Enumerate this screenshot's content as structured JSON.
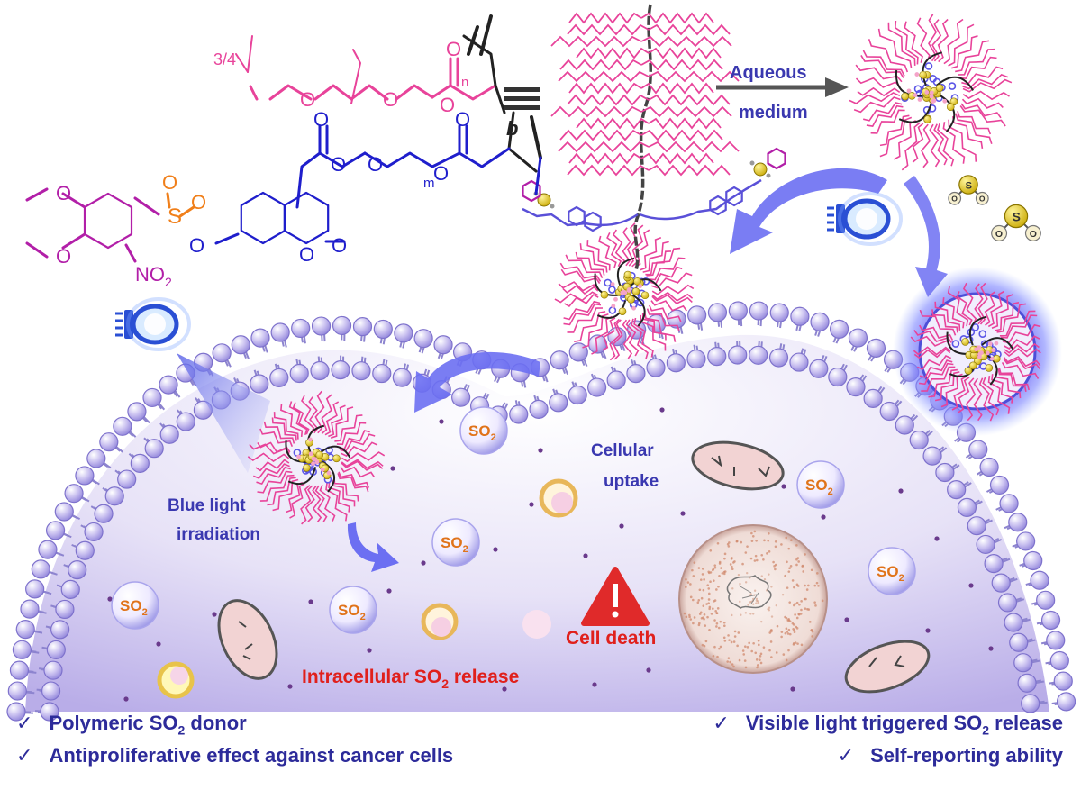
{
  "labels": {
    "aqueous": "Aqueous",
    "medium": "medium",
    "cellular": "Cellular",
    "uptake": "uptake",
    "blue_light": "Blue light",
    "irradiation": "irradiation",
    "cell_death": "Cell death",
    "release_prefix": "Intracellular SO",
    "release_sub": "2",
    "release_suffix": " release"
  },
  "chem": {
    "n": "n",
    "m": "m",
    "b": "b",
    "three_four": "3/4",
    "o": "O",
    "s": "S",
    "no2": "NO",
    "no2_sub": "2"
  },
  "so2_bubble": {
    "text": "SO",
    "sub": "2"
  },
  "bullets_left": [
    {
      "check": "✓",
      "text": "Polymeric SO",
      "sub": "2",
      "after": " donor"
    },
    {
      "check": "✓",
      "text": "Antiproliferative effect against cancer cells",
      "sub": "",
      "after": ""
    }
  ],
  "bullets_right": [
    {
      "check": "✓",
      "text": "Visible light triggered SO",
      "sub": "2",
      "after": " release"
    },
    {
      "check": "✓",
      "text": "Self-reporting ability",
      "sub": "",
      "after": ""
    }
  ],
  "colors": {
    "peg": "#e8439a",
    "coumarin": "#1f1ecc",
    "sulfonyl": "#f07f1a",
    "nitrobenzyl": "#b21fa8",
    "text_blue": "#3a38b0",
    "text_red": "#e0201c",
    "membrane": "#9d92e0",
    "cytoplasm": "#d8d2f3"
  }
}
